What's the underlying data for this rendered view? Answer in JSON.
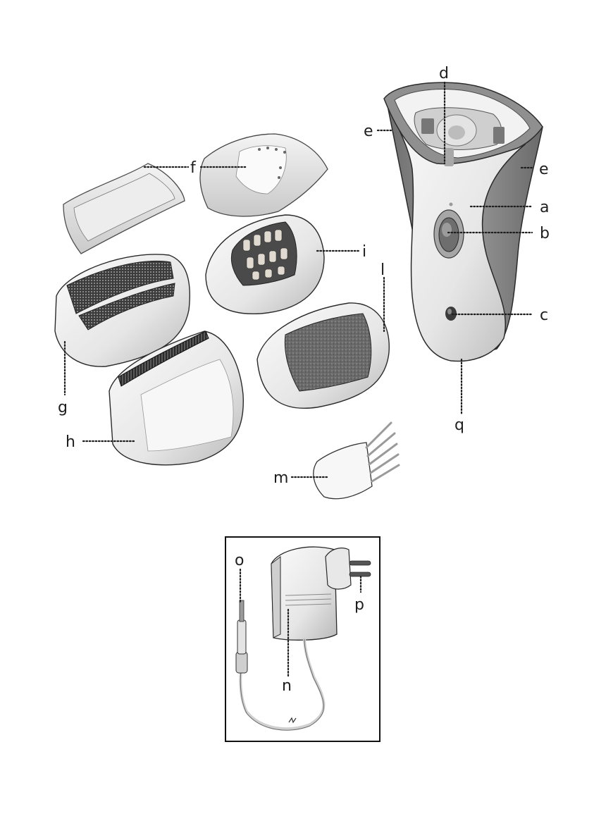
{
  "labels": {
    "a": "a",
    "b": "b",
    "c": "c",
    "d": "d",
    "e1": "e",
    "e2": "e",
    "f": "f",
    "g": "g",
    "h": "h",
    "i": "i",
    "l": "l",
    "m": "m",
    "n": "n",
    "o": "o",
    "p": "p",
    "q": "q"
  },
  "colors": {
    "body_white": "#ebebeb",
    "grip_gray": "#858585",
    "outline": "#2a2a2a",
    "label_text": "#1e1e1e"
  }
}
